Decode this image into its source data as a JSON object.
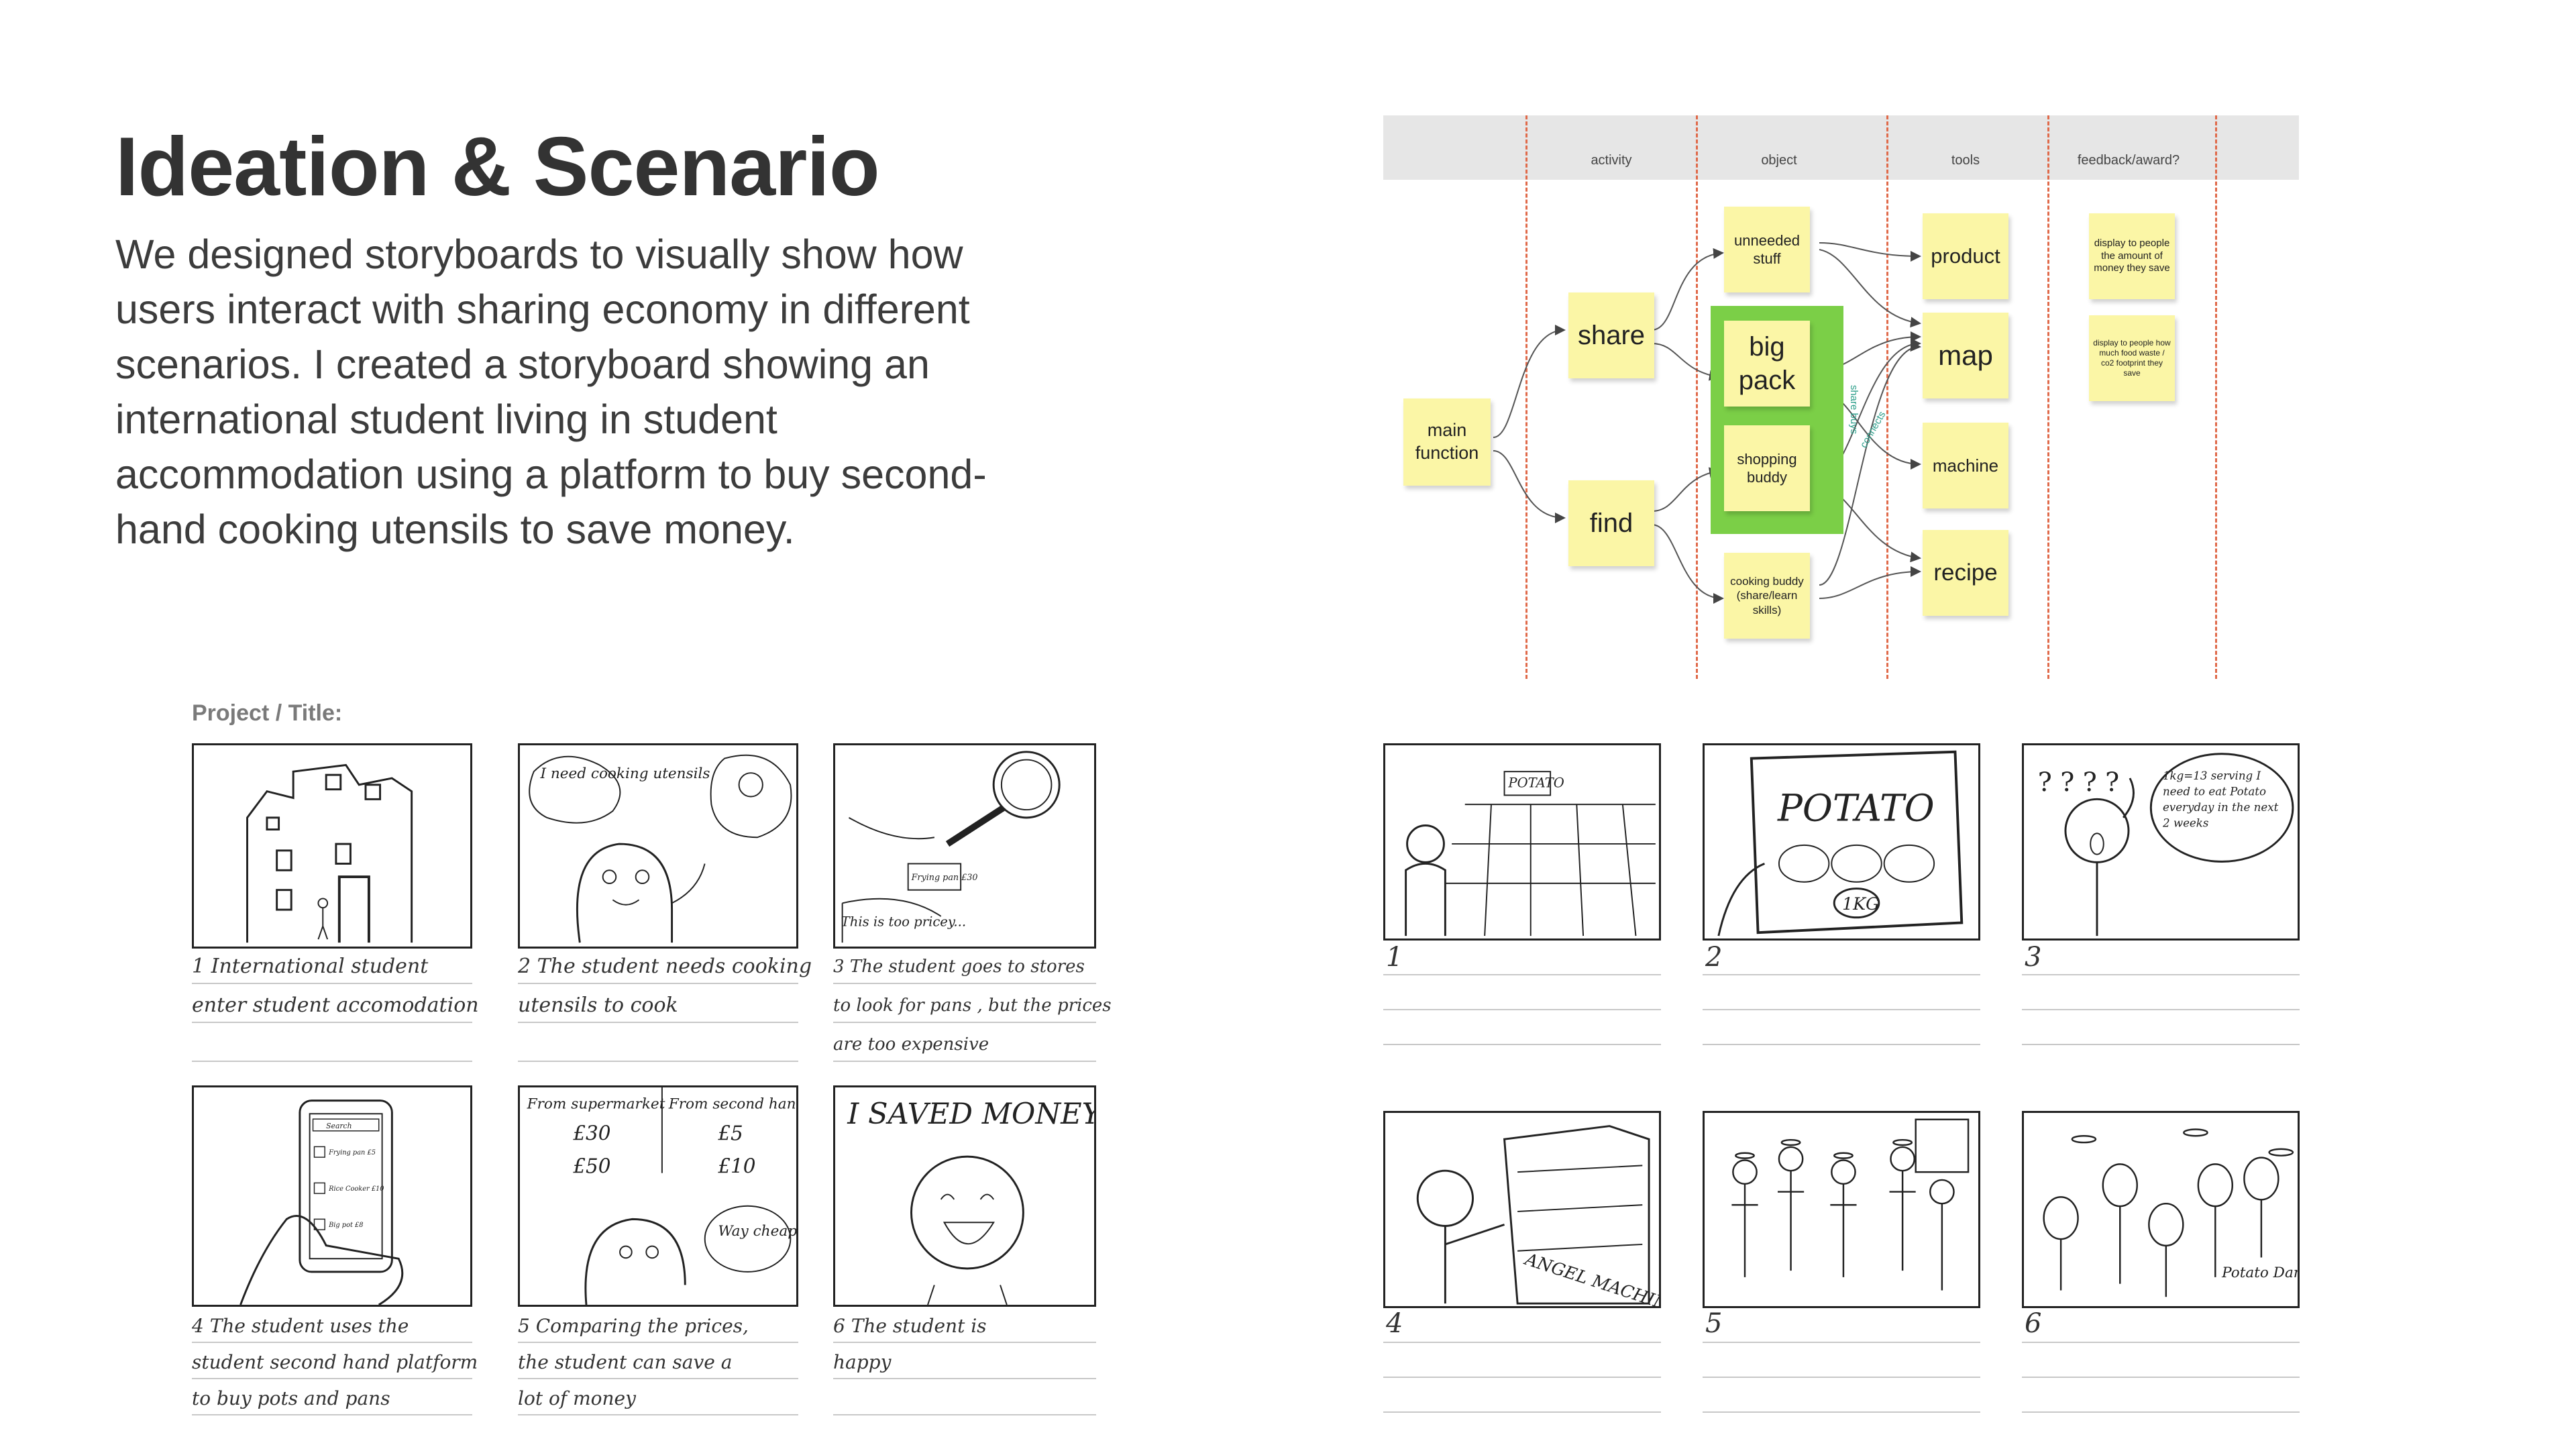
{
  "heading": {
    "title": "Ideation & Scenario",
    "intro": "We designed storyboards to visually show how users interact with sharing economy in different scenarios. I created a storyboard showing an international student living in student accommodation using a platform to buy second-hand cooking utensils to save money."
  },
  "storyboard_left": {
    "project_label": "Project / Title:",
    "panels": [
      {
        "caption_lines": [
          "1 International student",
          "enter student accomodation"
        ]
      },
      {
        "caption_lines": [
          "2 The student needs cooking",
          "utensils to cook"
        ],
        "speech": "I need cooking utensils"
      },
      {
        "caption_lines": [
          "3 The student goes to stores",
          "to look for pans , but the prices",
          "are too expensive"
        ],
        "speech": "This is too pricey...",
        "tag": "Frying pan £30"
      },
      {
        "caption_lines": [
          "4 The student uses the",
          "student second hand platform",
          "to buy pots and pans"
        ],
        "screen": [
          "Search",
          "Frying pan £5",
          "Rice Cooker £10",
          "Big pot £8"
        ]
      },
      {
        "caption_lines": [
          "5 Comparing the prices,",
          "the student can save a",
          "lot of money"
        ],
        "left_head": "From supermarket",
        "right_head": "From second hand",
        "left_prices": [
          "£30",
          "£50"
        ],
        "right_prices": [
          "£5",
          "£10"
        ],
        "speech": "Way cheaper!"
      },
      {
        "caption_lines": [
          "6 The student is",
          "happy"
        ],
        "banner": "I SAVED MONEY!"
      }
    ]
  },
  "storyboard_right": {
    "panels": [
      {
        "number": "1",
        "label": "POTATO"
      },
      {
        "number": "2",
        "label": "POTATO",
        "weight": "1KG"
      },
      {
        "number": "3",
        "thought": "1kg=13 serving I need to eat Potato everyday in the next 2 weeks"
      },
      {
        "number": "4",
        "label": "ANGEL MACHINE"
      },
      {
        "number": "5"
      },
      {
        "number": "6",
        "label": "Potato Dancing"
      }
    ]
  },
  "concept_map": {
    "columns": [
      "activity",
      "object",
      "tools",
      "feedback/award?"
    ],
    "notes": {
      "main_function": "main function",
      "share": "share",
      "find": "find",
      "unneeded_stuff": "unneeded stuff",
      "big_pack": "big pack",
      "shopping_buddy": "shopping buddy",
      "cooking_buddy": "cooking buddy (share/learn skills)",
      "product": "product",
      "map": "map",
      "machine": "machine",
      "recipe": "recipe",
      "feedback_1": "display to people the amount of money they save",
      "feedback_2": "display to people how much food waste / co2 footprint they save"
    },
    "green_labels": [
      "share buys",
      "connects"
    ]
  }
}
